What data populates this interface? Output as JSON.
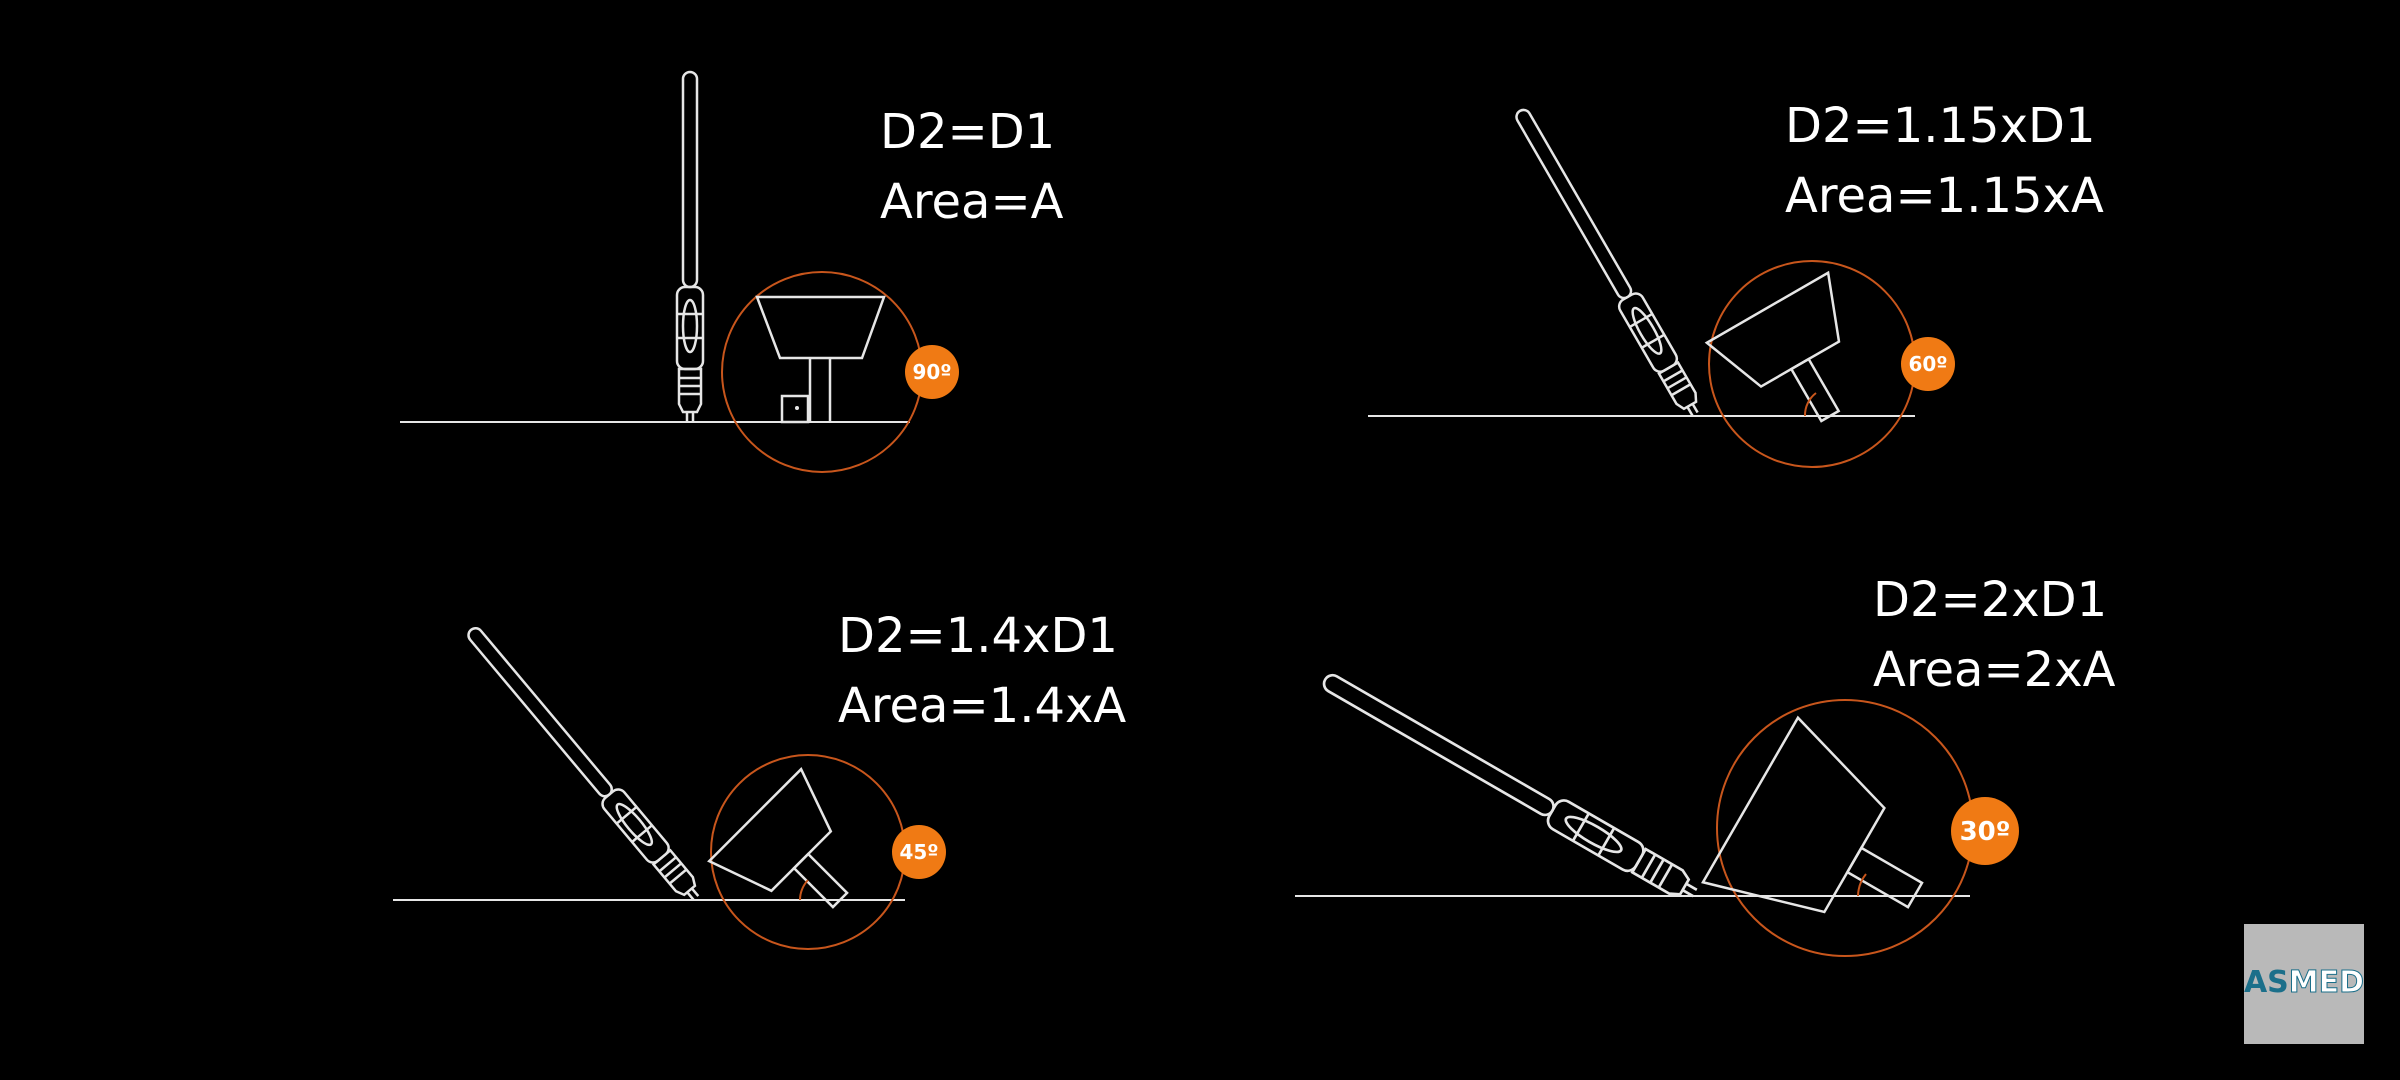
{
  "colors": {
    "background": "#000000",
    "line": "#e6e6e6",
    "circle": "#c8561c",
    "badge": "#f07a14",
    "logo_bg": "#b9b9b9",
    "logo_text": "#1b6f8a"
  },
  "panels": [
    {
      "id": "90",
      "equation": "D2=D1",
      "area": "Area=A",
      "angle_label": "90º",
      "angle_deg": 90
    },
    {
      "id": "60",
      "equation": "D2=1.15xD1",
      "area": "Area=1.15xA",
      "angle_label": "60º",
      "angle_deg": 60
    },
    {
      "id": "45",
      "equation": "D2=1.4xD1",
      "area": "Area=1.4xA",
      "angle_label": "45º",
      "angle_deg": 45
    },
    {
      "id": "30",
      "equation": "D2=2xD1",
      "area": "Area=2xA",
      "angle_label": "30º",
      "angle_deg": 30
    }
  ],
  "logo": {
    "text": "ASMED",
    "icon": "asmed-logo"
  }
}
